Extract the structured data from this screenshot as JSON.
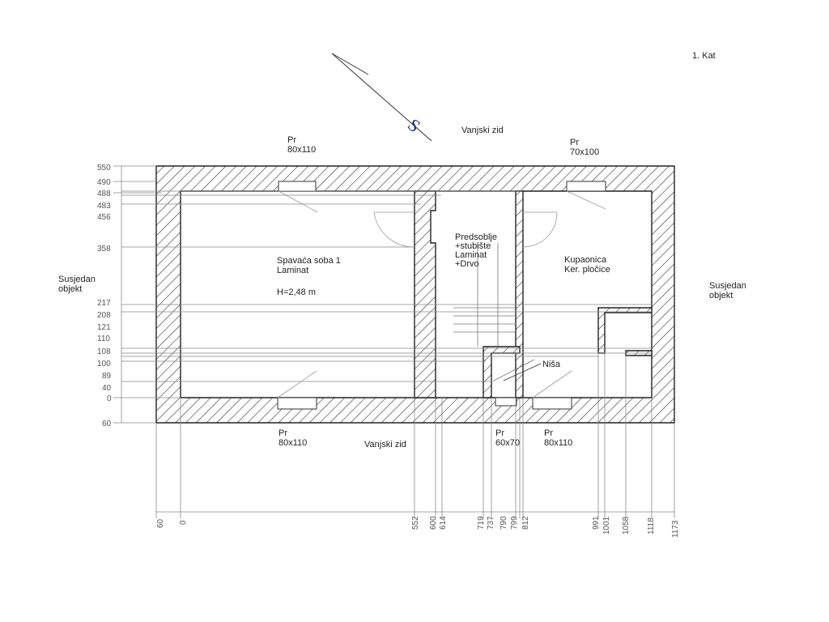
{
  "floor_label": "1. Kat",
  "compass": {
    "letter": "S",
    "icon": "north-arrow-icon"
  },
  "labels": {
    "external_wall_top": "Vanjski zid",
    "external_wall_bottom": "Vanjski zid",
    "neighbor_left": [
      "Susjedan",
      "objekt"
    ],
    "neighbor_right": [
      "Susjedan",
      "objekt"
    ]
  },
  "windows": [
    {
      "type": "Pr",
      "size": "80x110"
    },
    {
      "type": "Pr",
      "size": "70x100"
    },
    {
      "type": "Pr",
      "size": "80x110"
    },
    {
      "type": "Pr",
      "size": "60x70"
    },
    {
      "type": "Pr",
      "size": "80x110"
    }
  ],
  "rooms": {
    "bedroom": {
      "name": "Spavaća soba 1",
      "floor": "Laminat",
      "height": "H=2,48 m"
    },
    "hall": {
      "lines": [
        "Predsoblje",
        "+stubište",
        "Laminat",
        "+Drvo"
      ]
    },
    "bathroom": {
      "name": "Kupaonica",
      "floor": "Ker. pločice"
    },
    "niche": {
      "name": "Niša"
    }
  },
  "dimensions": {
    "vertical": [
      "550",
      "490",
      "488",
      "483",
      "456",
      "358",
      "217",
      "208",
      "121",
      "110",
      "108",
      "100",
      "89",
      "40",
      "0",
      "60"
    ],
    "horizontal": [
      "60",
      "0",
      "552",
      "600",
      "614",
      "719",
      "737",
      "790",
      "799",
      "812",
      "991",
      "1001",
      "1058",
      "1118",
      "1173"
    ]
  }
}
